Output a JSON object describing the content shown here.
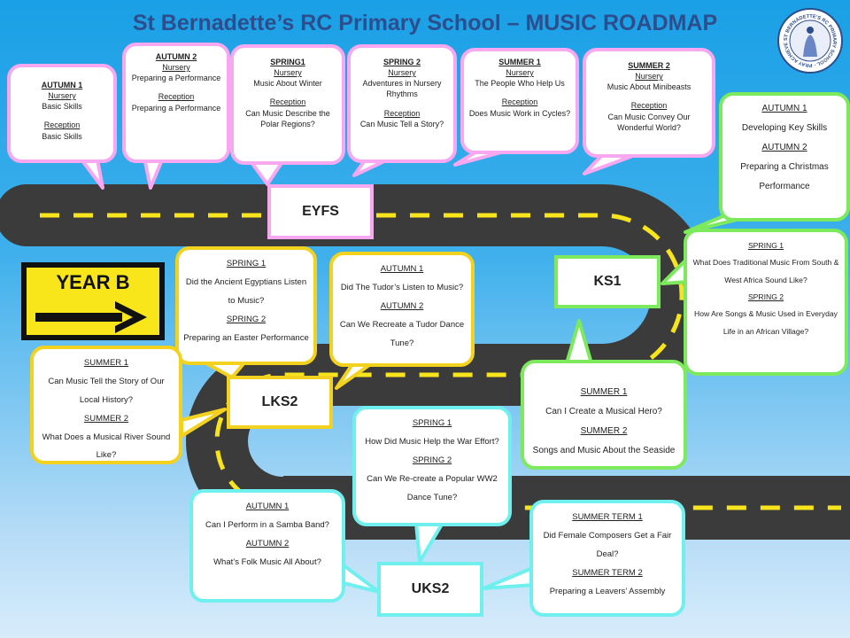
{
  "title": "St Bernadette’s RC Primary School – MUSIC ROADMAP",
  "logo": {
    "ring_text": "ST BERNADETTE'S RC PRIMARY SCHOOL · PRAY ACHIEVE LOVE ·",
    "icon": "madonna-icon"
  },
  "year_sign": {
    "label": "YEAR B",
    "icon": "arrow-right-icon"
  },
  "stages": {
    "eyfs": "EYFS",
    "ks1": "KS1",
    "lks2": "LKS2",
    "uks2": "UKS2"
  },
  "colors": {
    "eyfs": "#f7a8f0",
    "ks1": "#7dea5e",
    "lks2": "#f2d21f",
    "uks2": "#6ff0ef",
    "title": "#2e4d8c",
    "road": "#3b3b3b",
    "road_dash": "#f7e41c"
  },
  "eyfs": [
    {
      "term": "AUTUMN 1",
      "lines": [
        {
          "t": "Nursery",
          "u": true
        },
        {
          "t": "Basic Skills",
          "u": false
        },
        {
          "t": "",
          "u": false
        },
        {
          "t": "Reception",
          "u": true
        },
        {
          "t": "Basic Skills",
          "u": false
        }
      ]
    },
    {
      "term": "AUTUMN 2",
      "lines": [
        {
          "t": "Nursery",
          "u": true
        },
        {
          "t": "Preparing a Performance",
          "u": false
        },
        {
          "t": "",
          "u": false
        },
        {
          "t": "Reception",
          "u": true
        },
        {
          "t": "Preparing a Performance",
          "u": false
        }
      ]
    },
    {
      "term": "SPRING1",
      "lines": [
        {
          "t": "Nursery",
          "u": true
        },
        {
          "t": "Music About Winter",
          "u": false
        },
        {
          "t": "",
          "u": false
        },
        {
          "t": "Reception",
          "u": true
        },
        {
          "t": "Can Music Describe the Polar Regions?",
          "u": false
        }
      ]
    },
    {
      "term": "SPRING 2",
      "lines": [
        {
          "t": "Nursery",
          "u": true
        },
        {
          "t": "Adventures in Nursery Rhythms",
          "u": false
        },
        {
          "t": "",
          "u": false
        },
        {
          "t": "Reception",
          "u": true
        },
        {
          "t": "Can Music Tell a Story?",
          "u": false
        }
      ]
    },
    {
      "term": "SUMMER 1",
      "lines": [
        {
          "t": "Nursery",
          "u": true
        },
        {
          "t": "The People Who Help Us",
          "u": false
        },
        {
          "t": "",
          "u": false
        },
        {
          "t": "Reception",
          "u": true
        },
        {
          "t": "Does Music Work in Cycles?",
          "u": false
        }
      ]
    },
    {
      "term": "SUMMER 2",
      "lines": [
        {
          "t": "Nursery",
          "u": true
        },
        {
          "t": "Music About Minibeasts",
          "u": false
        },
        {
          "t": "",
          "u": false
        },
        {
          "t": "Reception",
          "u": true
        },
        {
          "t": "Can Music Convey Our Wonderful World?",
          "u": false
        }
      ]
    }
  ],
  "ks1": [
    {
      "lines": [
        {
          "t": "AUTUMN 1",
          "u": true
        },
        {
          "t": "Developing Key Skills",
          "u": false
        },
        {
          "t": "AUTUMN 2",
          "u": true
        },
        {
          "t": "Preparing a Christmas Performance",
          "u": false
        }
      ]
    },
    {
      "lines": [
        {
          "t": "SPRING 1",
          "u": true
        },
        {
          "t": "What Does Traditional  Music From South & West Africa Sound Like?",
          "u": false
        },
        {
          "t": "SPRING 2",
          "u": true
        },
        {
          "t": "How Are Songs & Music Used in Everyday Life in an African Village?",
          "u": false
        }
      ]
    },
    {
      "lines": [
        {
          "t": "SUMMER 1",
          "u": true
        },
        {
          "t": "Can I Create a Musical Hero?",
          "u": false
        },
        {
          "t": "SUMMER 2",
          "u": true
        },
        {
          "t": "Songs and Music About the Seaside",
          "u": false
        }
      ]
    }
  ],
  "lks2": [
    {
      "lines": [
        {
          "t": "SPRING 1",
          "u": true
        },
        {
          "t": "Did the Ancient Egyptians Listen to Music?",
          "u": false
        },
        {
          "t": "SPRING 2",
          "u": true
        },
        {
          "t": "Preparing an Easter Performance",
          "u": false
        }
      ]
    },
    {
      "lines": [
        {
          "t": "AUTUMN 1",
          "u": true
        },
        {
          "t": "Did The Tudor’s Listen to Music?",
          "u": false
        },
        {
          "t": "AUTUMN 2",
          "u": true
        },
        {
          "t": "Can We Recreate a Tudor Dance Tune?",
          "u": false
        }
      ]
    },
    {
      "lines": [
        {
          "t": "SUMMER 1",
          "u": true
        },
        {
          "t": "Can Music Tell the Story of Our Local History?",
          "u": false
        },
        {
          "t": "SUMMER 2",
          "u": true
        },
        {
          "t": "What Does a Musical River Sound Like?",
          "u": false
        }
      ]
    }
  ],
  "uks2": [
    {
      "lines": [
        {
          "t": "SPRING 1",
          "u": true
        },
        {
          "t": "How Did Music Help the War Effort?",
          "u": false
        },
        {
          "t": "SPRING 2",
          "u": true
        },
        {
          "t": "Can We Re-create a Popular WW2 Dance Tune?",
          "u": false
        }
      ]
    },
    {
      "lines": [
        {
          "t": "AUTUMN 1",
          "u": true
        },
        {
          "t": "Can I Perform in a Samba Band?",
          "u": false
        },
        {
          "t": "AUTUMN 2",
          "u": true
        },
        {
          "t": "What’s Folk Music All About?",
          "u": false
        }
      ]
    },
    {
      "lines": [
        {
          "t": "SUMMER TERM 1",
          "u": true
        },
        {
          "t": "Did Female Composers Get a Fair Deal?",
          "u": false
        },
        {
          "t": "SUMMER TERM 2",
          "u": true
        },
        {
          "t": "Preparing a Leavers’ Assembly",
          "u": false
        }
      ]
    }
  ]
}
